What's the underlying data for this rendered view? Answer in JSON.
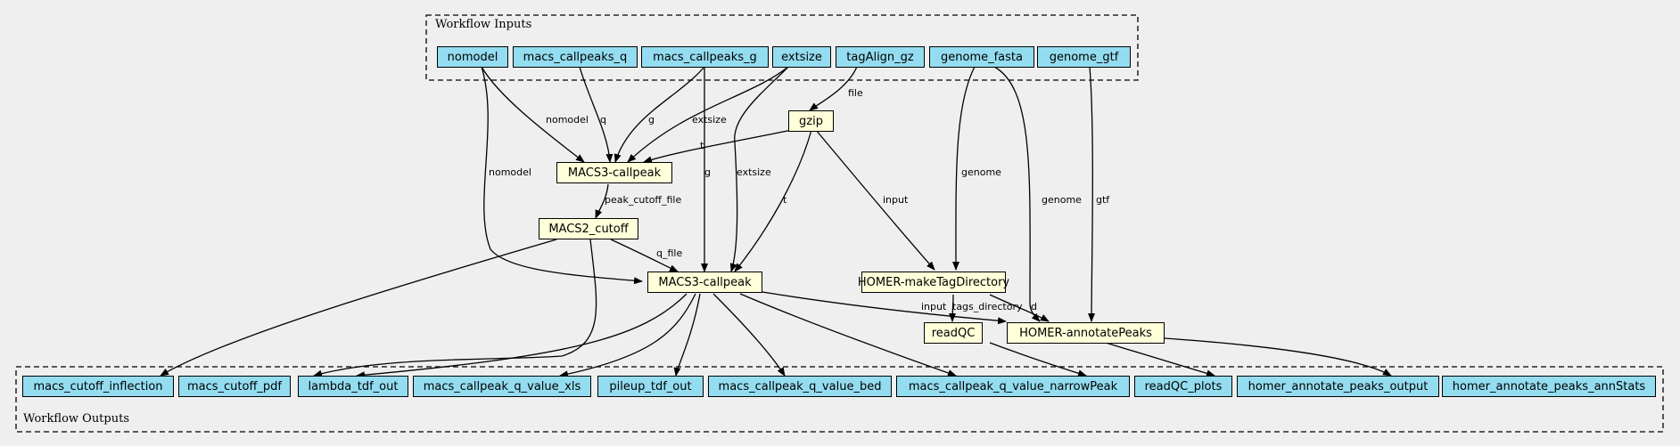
{
  "clusters": {
    "inputs_title": "Workflow Inputs",
    "outputs_title": "Workflow Outputs"
  },
  "colors": {
    "background": "#efefef",
    "input_node": "#94ddf0",
    "step_node": "#ffffd9",
    "edge": "#000000"
  },
  "nodes": {
    "nomodel": "nomodel",
    "macs_callpeaks_q": "macs_callpeaks_q",
    "macs_callpeaks_g": "macs_callpeaks_g",
    "extsize": "extsize",
    "tagAlign_gz": "tagAlign_gz",
    "genome_fasta": "genome_fasta",
    "genome_gtf": "genome_gtf",
    "gzip": "gzip",
    "macs3_callpeak_1": "MACS3-callpeak",
    "macs2_cutoff": "MACS2_cutoff",
    "macs3_callpeak_2": "MACS3-callpeak",
    "homer_maketagdir": "HOMER-makeTagDirectory",
    "readqc": "readQC",
    "homer_annotatepeaks": "HOMER-annotatePeaks",
    "out_macs_cutoff_inflection": "macs_cutoff_inflection",
    "out_macs_cutoff_pdf": "macs_cutoff_pdf",
    "out_lambda_tdf_out": "lambda_tdf_out",
    "out_macs_callpeak_q_value_xls": "macs_callpeak_q_value_xls",
    "out_pileup_tdf_out": "pileup_tdf_out",
    "out_macs_callpeak_q_value_bed": "macs_callpeak_q_value_bed",
    "out_macs_callpeak_q_value_narrowPeak": "macs_callpeak_q_value_narrowPeak",
    "out_readQC_plots": "readQC_plots",
    "out_homer_annotate_peaks_output": "homer_annotate_peaks_output",
    "out_homer_annotate_peaks_annStats": "homer_annotate_peaks_annStats"
  },
  "edge_labels": {
    "nomodel_1": "nomodel",
    "q": "q",
    "g_1": "g",
    "extsize_1": "extsize",
    "file": "file",
    "t_1": "t",
    "nomodel_2": "nomodel",
    "g_2": "g",
    "extsize_2": "extsize",
    "t_2": "t",
    "peak_cutoff_file": "peak_cutoff_file",
    "q_file": "q_file",
    "input_1": "input",
    "genome_1": "genome",
    "genome_2": "genome",
    "gtf": "gtf",
    "tags_directory": "tags_directory",
    "d": "d",
    "input_2": "input"
  }
}
